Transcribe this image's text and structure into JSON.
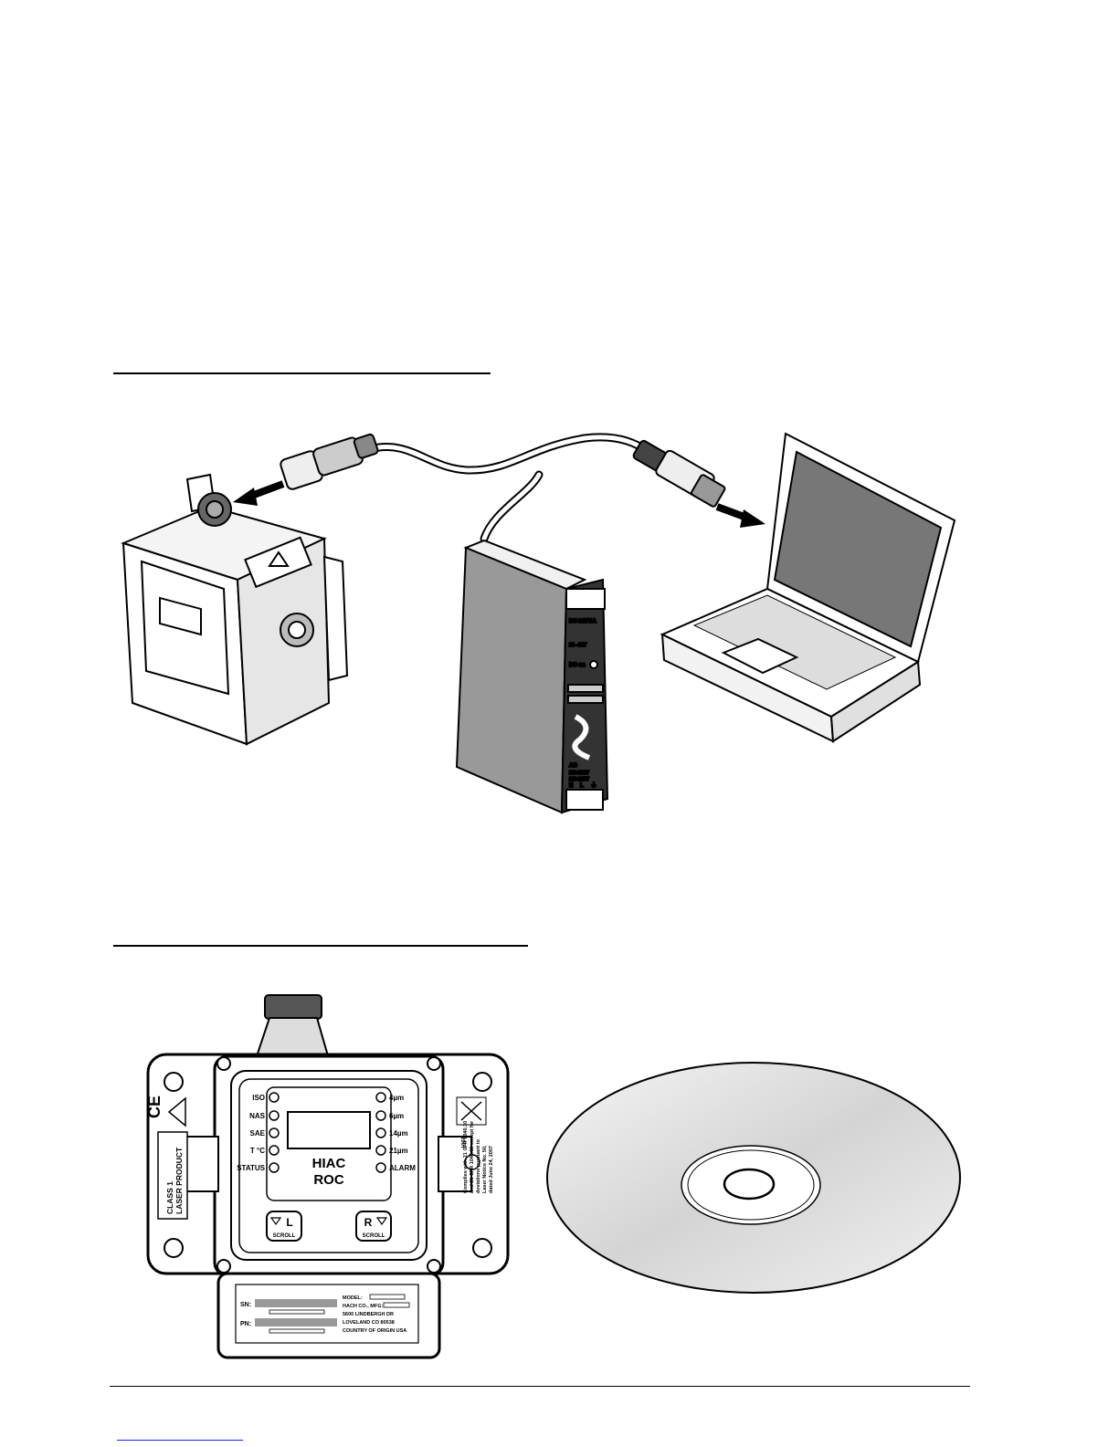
{
  "device": {
    "brand": "HIAC",
    "model": "ROC",
    "left_leds": [
      "ISO",
      "NAS",
      "SAE",
      "T °C",
      "STATUS"
    ],
    "right_leds": [
      "4µm",
      "6µm",
      "14µm",
      "21µm",
      "ALARM"
    ],
    "left_button_letter": "L",
    "right_button_letter": "R",
    "scroll_label": "SCROLL",
    "laser_label": [
      "CLASS 1",
      "LASER PRODUCT"
    ],
    "compliance_text": [
      "Complies with 21 CFR 1040.10",
      "and 21 CFR 1040.11 except for",
      "deviations pursuant to",
      "Laser Notice No. 50,",
      "dated June 24, 2007"
    ],
    "year": "2007",
    "sn_label": "SN:",
    "pn_label": "PN:",
    "model_label": "MODEL:",
    "mfg_label": "HACH CO., MFG:",
    "address": [
      "5600 LINDBERGH DR",
      "LOVELAND CO 80538"
    ],
    "country": "COUNTRY OF ORIGIN USA"
  },
  "power_supply": {
    "dc_label": "DC 24V",
    "current_label": "1A",
    "adjust_label": "24 - 28V",
    "dc_on_label": "DC on",
    "ac_label": "AC",
    "ac_ranges": [
      "100-120V",
      "200-240V"
    ],
    "terminals": [
      "N",
      "L",
      "⏚"
    ]
  }
}
